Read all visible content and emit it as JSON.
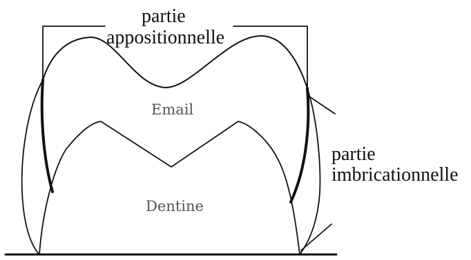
{
  "labels": {
    "appositional": [
      "partie",
      "appositionnelle"
    ],
    "imbricational": [
      "partie",
      "imbricationnelle"
    ],
    "enamel": "Email",
    "dentine": "Dentine"
  },
  "colors": {
    "line": "#111111",
    "background": "#ffffff"
  }
}
